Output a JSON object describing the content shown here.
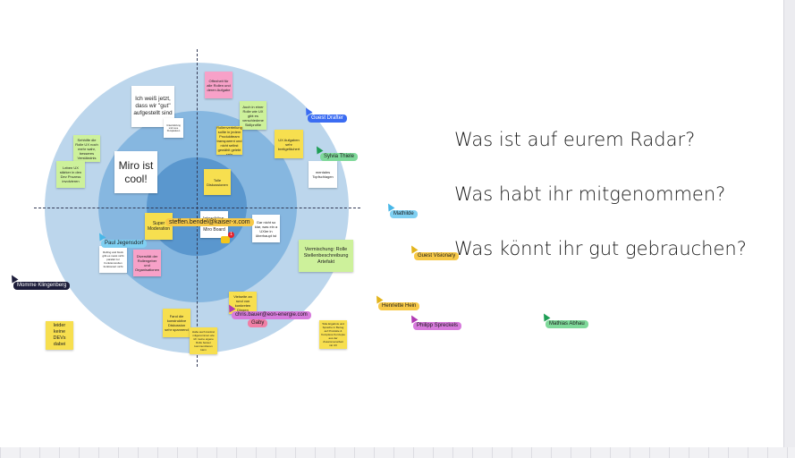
{
  "questions": [
    "Was ist auf eurem Radar?",
    "Was habt ihr mitgenommen?",
    "Was könnt ihr gut gebrauchen?"
  ],
  "notes": {
    "n1": "Offenheit für alle Rollen und deren Aufgabe",
    "n2": "Ich weiß jetzt, dass wir \"gut\" aufgestellt sind",
    "n3": "Auch in einer Rolle wie UX gibt es verschiedene Skillprofile",
    "n4": "Unterstützung und neue Perspektiven",
    "n5": "Rollenverteilung sollte in jedem Produktteam transparent und nicht selbst gewählt gelebt sein",
    "n6": "UX Aufgaben sehr breitgefächert",
    "n7": "Sehhilfe die Rolle UX noch mehr wahr, besseres Verständnis",
    "n8": "mentales Topfschlagen",
    "n9": "Miro ist cool!",
    "n10": "Tolle Diskussionen",
    "n11": "Leben UX stärker in den Dev Prozess involvieren",
    "n12": "Super Moderation",
    "n13": "Interaktion, Diskussion, Miro Board",
    "n14": "Gar nicht so klar, was ein a UXler in überhaupt ist",
    "n15": "Vermischung: Rolle Stellenbeschreibung Artefakt",
    "n16": "Rolling and block gibt es meist nicht parallel zur Funktionsrollen funktioniert nicht",
    "n17": "Diversität der Rollengeber und Organisationen",
    "n18": "Vielseite an rund von konkreten Dingen",
    "n19": "Fand die konstruktive Diskussion sehr spannend",
    "n20": "Habe auch konkret mitgenommen wie ich meine eigene Rolle besser kommunizieren kann",
    "n21": "Tolle Ergebnis und Sprache in Bezug auf Produkte & Komplexe Konzepte aus der Zusammenarbeit mit UX",
    "n22": "leider keine DEVs dabei"
  },
  "cursors": {
    "guest_drafter": "Guest Drafter",
    "sylvia": "Sylvia Thiele",
    "mathilde": "Mathilde",
    "guest_visionary": "Guest Visionary",
    "henriette": "Henriette Hein",
    "philipp": "Philipp Spreckels",
    "mathias": "Mathias Abhau",
    "momme": "Momme Klingenberg",
    "paul": "Paul Jegensdorf",
    "steffen": "steffen.bendel@kaiser-x.com",
    "chris": "chris.bauer@eon-energie.com",
    "gaby": "Gaby"
  },
  "badge_count": "1",
  "colors": {
    "ring_outer": "#bcd6ec",
    "ring_middle": "#86b7e0",
    "ring_inner": "#5a97ce",
    "sticky_yellow": "#f7df4f",
    "sticky_green": "#cdf19b",
    "sticky_pink": "#f7a1c8",
    "sticky_white": "#ffffff"
  }
}
